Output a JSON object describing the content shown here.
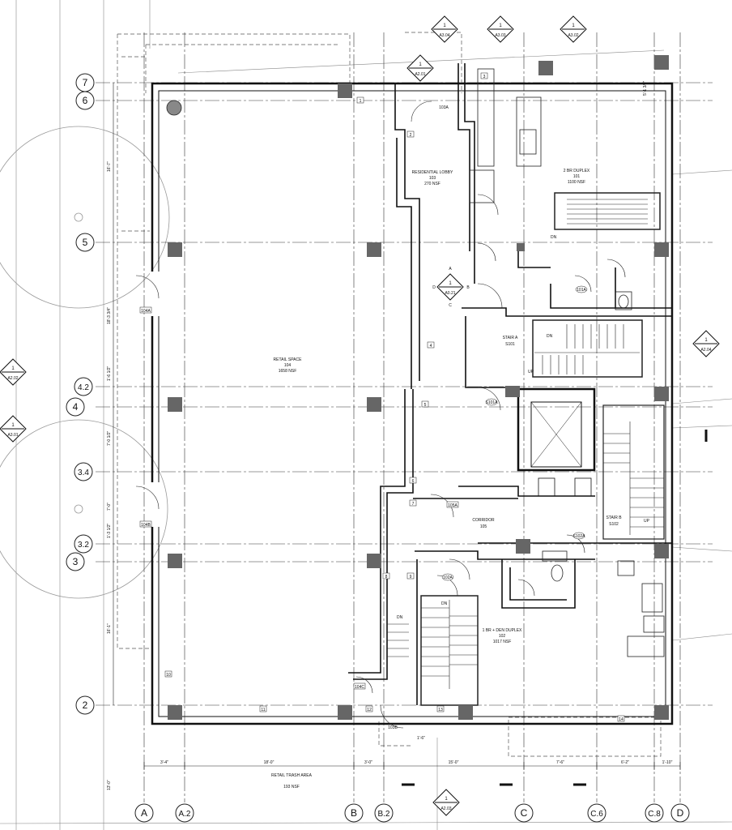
{
  "grid": {
    "columns": [
      "A",
      "A.2",
      "B",
      "B.2",
      "C",
      "C.6",
      "C.8",
      "D"
    ],
    "rows": [
      "7",
      "6",
      "5",
      "4.2",
      "4",
      "3.4",
      "3.2",
      "3",
      "2"
    ]
  },
  "rooms": [
    {
      "name": "RETAIL SPACE",
      "number": "104",
      "area": "1658 NSF"
    },
    {
      "name": "RESIDENTIAL LOBBY",
      "number": "103",
      "area": "270 NSF"
    },
    {
      "name": "2 BR DUPLEX",
      "number": "101",
      "area": "1100 NSF"
    },
    {
      "name": "STAIR A",
      "number": "S101",
      "area": ""
    },
    {
      "name": "STAIR B",
      "number": "S102",
      "area": ""
    },
    {
      "name": "CORRIDOR",
      "number": "105",
      "area": ""
    },
    {
      "name": "1 BR + DEN DUPLEX",
      "number": "102",
      "area": "1017 NSF"
    },
    {
      "name": "RETAIL TRASH AREA",
      "number": "",
      "area": "193 NSF"
    }
  ],
  "section_markers": [
    {
      "num": "1",
      "sheet": "A3.04"
    },
    {
      "num": "1",
      "sheet": "A3.03"
    },
    {
      "num": "1",
      "sheet": "A3.02"
    },
    {
      "num": "1",
      "sheet": "A2.01"
    },
    {
      "num": "1",
      "sheet": "A2.04"
    },
    {
      "num": "1",
      "sheet": "A2.02"
    },
    {
      "num": "1",
      "sheet": "A3.01"
    },
    {
      "num": "1",
      "sheet": "A2.03"
    },
    {
      "num": "1",
      "sheet": "A0.21"
    }
  ],
  "dimensions": [
    "3'-4\"",
    "18'-0\"",
    "3'-0\"",
    "15'-0\"",
    "7'-6\"",
    "6'-2\"",
    "1'-10\"",
    "16'-7\"",
    "18'-3 3/4\"",
    "1'-6 1/2\"",
    "7'-0 1/2\"",
    "7'-0\"",
    "1'-3 1/2\"",
    "16'-1\"",
    "5'-1 3/4\"",
    "13'-0\"",
    "1'-6\""
  ],
  "door_tags": [
    "104A",
    "104B",
    "104C",
    "103A",
    "105A",
    "101A",
    "102A",
    "S101A",
    "S102A",
    "103B"
  ],
  "wall_tags": [
    "1",
    "2",
    "3",
    "4",
    "5",
    "6",
    "7",
    "8",
    "9",
    "10",
    "11",
    "12",
    "13",
    "14"
  ],
  "compass": [
    "A",
    "B",
    "C",
    "D"
  ],
  "notes": [
    "DN",
    "UP"
  ]
}
